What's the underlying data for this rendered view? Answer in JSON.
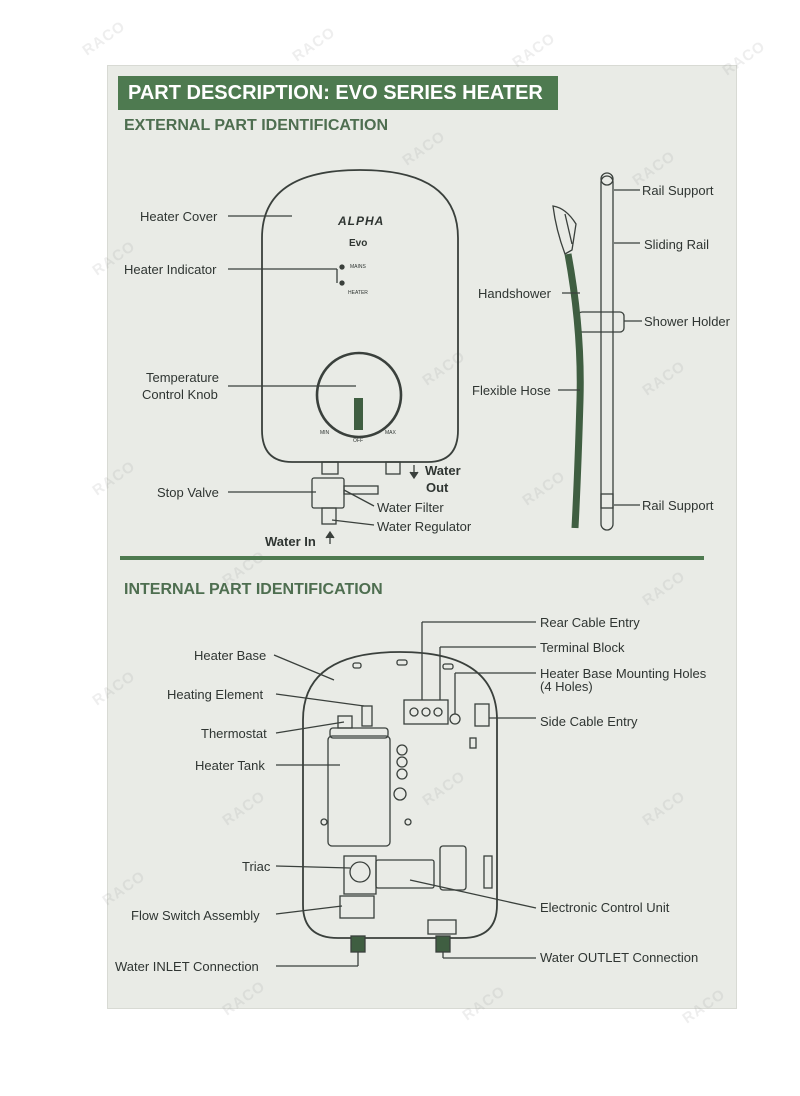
{
  "header": {
    "title": "PART DESCRIPTION: EVO SERIES HEATER"
  },
  "external": {
    "title": "EXTERNAL PART IDENTIFICATION",
    "labels": {
      "heater_cover": "Heater Cover",
      "heater_indicator": "Heater Indicator",
      "temperature_control_knob_1": "Temperature",
      "temperature_control_knob_2": "Control Knob",
      "stop_valve": "Stop Valve",
      "water_filter": "Water Filter",
      "water_regulator": "Water Regulator",
      "water_in": "Water In",
      "water_out_1": "Water",
      "water_out_2": "Out",
      "rail_support_top": "Rail Support",
      "sliding_rail": "Sliding Rail",
      "handshower": "Handshower",
      "shower_holder": "Shower Holder",
      "flexible_hose": "Flexible Hose",
      "rail_support_bottom": "Rail Support"
    },
    "device": {
      "brand": "ALPHA",
      "model": "Evo",
      "mains": "MAINS",
      "heater": "HEATER",
      "min": "MIN",
      "off": "OFF",
      "max": "MAX"
    }
  },
  "internal": {
    "title": "INTERNAL PART IDENTIFICATION",
    "labels": {
      "heater_base": "Heater Base",
      "heating_element": "Heating Element",
      "thermostat": "Thermostat",
      "heater_tank": "Heater Tank",
      "triac": "Triac",
      "flow_switch_assembly": "Flow Switch Assembly",
      "water_inlet_connection": "Water INLET Connection",
      "rear_cable_entry": "Rear Cable Entry",
      "terminal_block": "Terminal Block",
      "mounting_holes_1": "Heater Base Mounting Holes",
      "mounting_holes_2": "(4 Holes)",
      "side_cable_entry": "Side Cable Entry",
      "electronic_control_unit": "Electronic Control Unit",
      "water_outlet_connection": "Water OUTLET Connection"
    }
  },
  "watermark": "RACO",
  "colors": {
    "accent": "#4e7a50",
    "paper": "#e9ebe6",
    "ink": "#2f3532"
  }
}
